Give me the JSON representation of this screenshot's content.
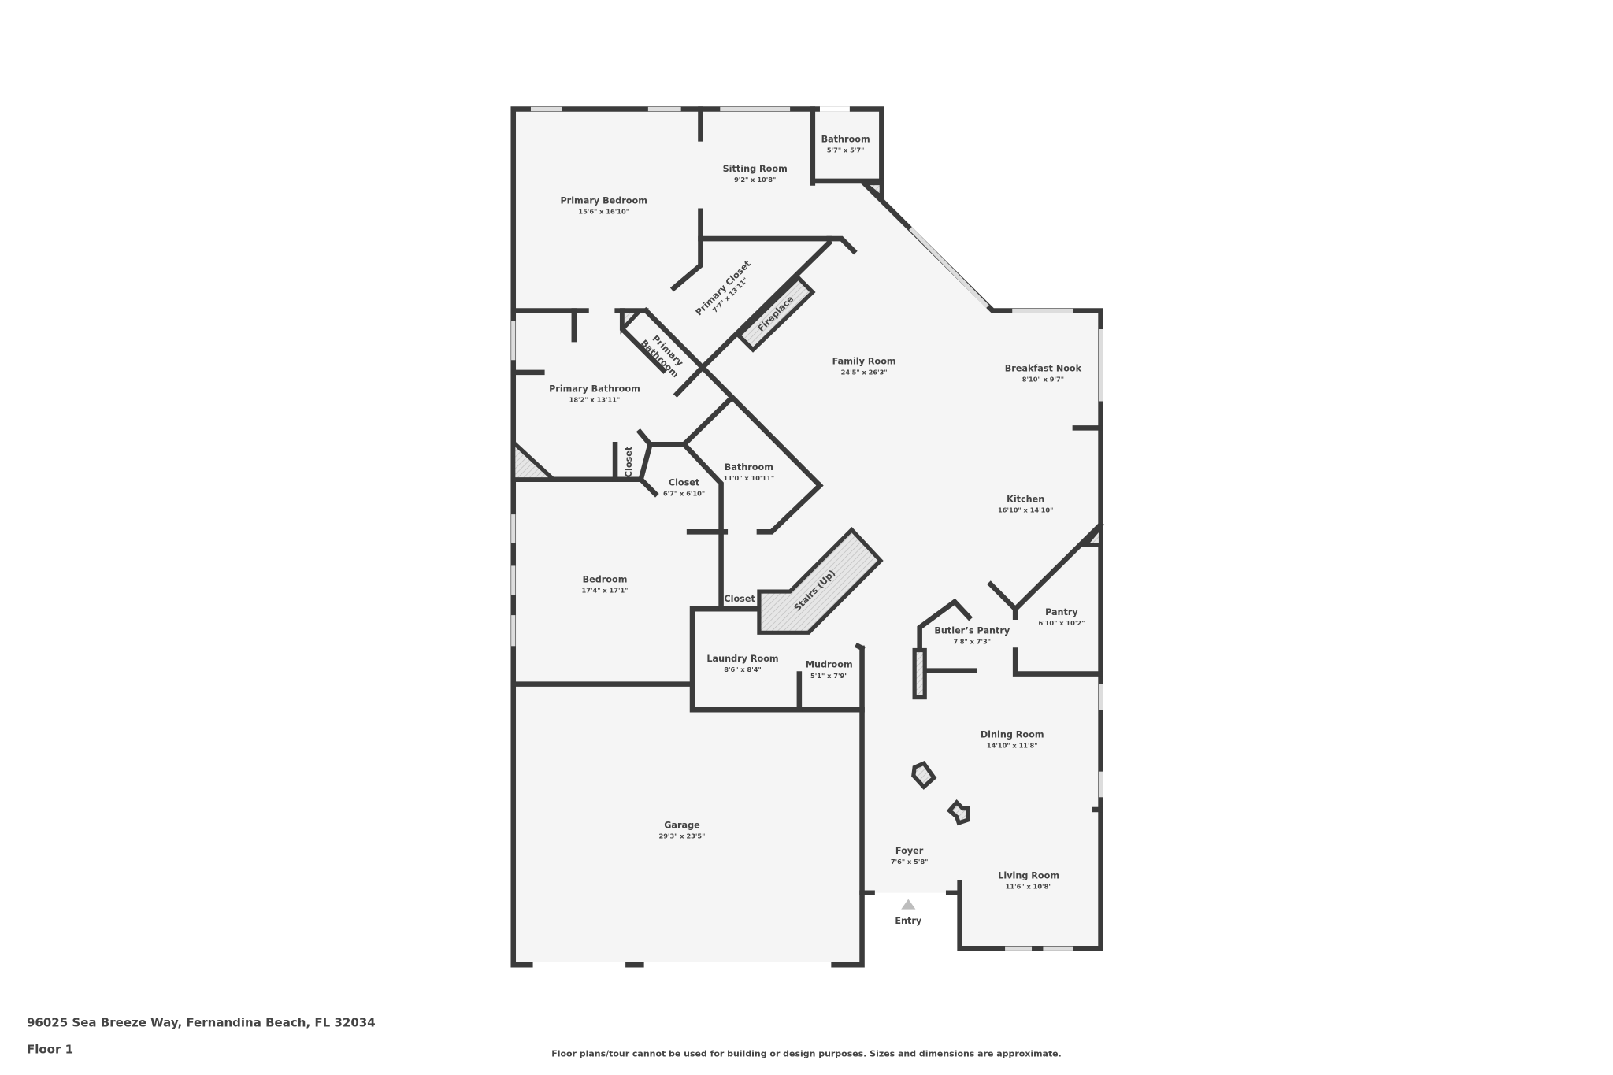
{
  "address": "96025 Sea Breeze Way, Fernandina Beach, FL 32034",
  "floor_label": "Floor 1",
  "disclaimer": "Floor plans/tour cannot be used for building or design purposes. Sizes and dimensions are approximate.",
  "entry_label": "Entry",
  "colors": {
    "wall": "#3b3b3b",
    "floor": "#f5f5f5",
    "entry_arrow": "#bdbdbd"
  },
  "rooms": {
    "primary_bedroom": {
      "name": "Primary Bedroom",
      "dims": "15'6\" x 16'10\""
    },
    "sitting_room": {
      "name": "Sitting Room",
      "dims": "9'2\" x 10'8\""
    },
    "bathroom_top": {
      "name": "Bathroom",
      "dims": "5'7\" x 5'7\""
    },
    "primary_closet": {
      "name": "Primary Closet",
      "dims": "7'7\" x 13'11\""
    },
    "fireplace": {
      "name": "Fireplace"
    },
    "primary_bathroom_small": {
      "name1": "Primary",
      "name2": "Bathroom"
    },
    "primary_bathroom": {
      "name": "Primary Bathroom",
      "dims": "18'2\" x 13'11\""
    },
    "family_room": {
      "name": "Family Room",
      "dims": "24'5\" x 26'3\""
    },
    "breakfast_nook": {
      "name": "Breakfast Nook",
      "dims": "8'10\" x 9'7\""
    },
    "closet_small": {
      "name": "Closet"
    },
    "closet": {
      "name": "Closet",
      "dims": "6'7\" x 6'10\""
    },
    "bathroom_mid": {
      "name": "Bathroom",
      "dims": "11'0\" x 10'11\""
    },
    "kitchen": {
      "name": "Kitchen",
      "dims": "16'10\" x 14'10\""
    },
    "bedroom": {
      "name": "Bedroom",
      "dims": "17'4\" x 17'1\""
    },
    "closet_hall": {
      "name": "Closet"
    },
    "stairs": {
      "name": "Stairs (Up)"
    },
    "butlers_pantry": {
      "name": "Butler’s Pantry",
      "dims": "7'8\" x 7'3\""
    },
    "pantry": {
      "name": "Pantry",
      "dims": "6'10\" x 10'2\""
    },
    "laundry_room": {
      "name": "Laundry Room",
      "dims": "8'6\" x 8'4\""
    },
    "mudroom": {
      "name": "Mudroom",
      "dims": "5'1\" x 7'9\""
    },
    "dining_room": {
      "name": "Dining Room",
      "dims": "14'10\" x 11'8\""
    },
    "garage": {
      "name": "Garage",
      "dims": "29'3\" x 23'5\""
    },
    "foyer": {
      "name": "Foyer",
      "dims": "7'6\" x 5'8\""
    },
    "living_room": {
      "name": "Living Room",
      "dims": "11'6\" x 10'8\""
    }
  }
}
